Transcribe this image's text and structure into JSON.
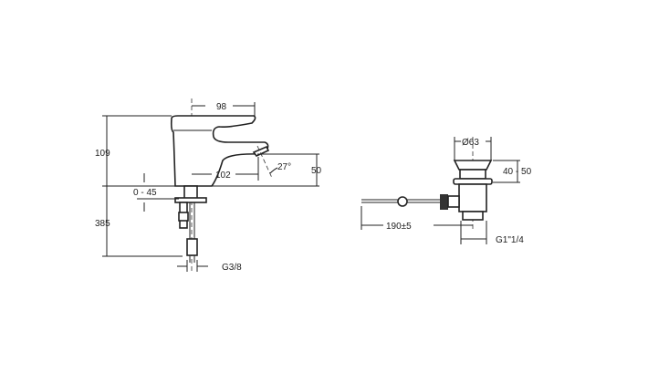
{
  "faucet": {
    "dim_width": "98",
    "dim_height": "109",
    "dim_spout_reach": "102",
    "dim_angle": "27°",
    "dim_spout_height": "50",
    "dim_deck_thickness": "0 - 45",
    "dim_hose_length": "385",
    "dim_thread": "G3/8"
  },
  "drain": {
    "dim_diameter": "Ø63",
    "dim_height": "40 - 50",
    "dim_rod_length": "190±5",
    "dim_thread": "G1\"1/4"
  }
}
